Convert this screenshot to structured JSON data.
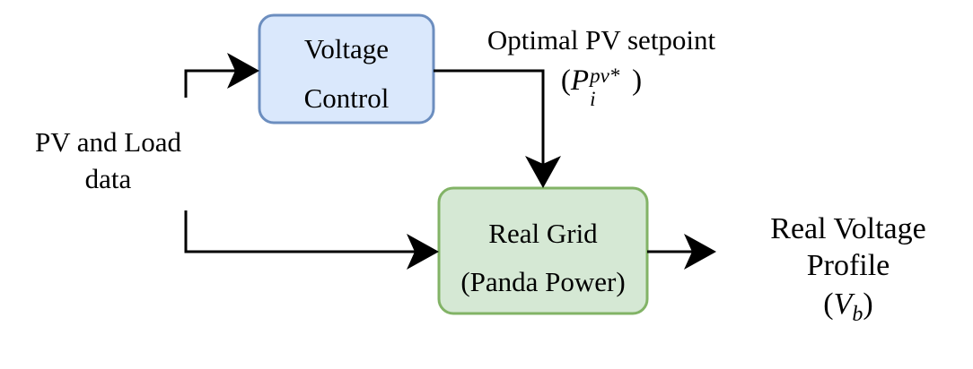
{
  "diagram": {
    "colors": {
      "voltage_fill": "#dae8fc",
      "voltage_stroke": "#6c8ebf",
      "grid_fill": "#d5e8d4",
      "grid_stroke": "#82b366",
      "arrow": "#000000"
    },
    "voltage_control": {
      "line1": "Voltage",
      "line2": "Control"
    },
    "real_grid": {
      "line1": "Real Grid",
      "line2": "(Panda Power)"
    },
    "input": {
      "line1": "PV and Load",
      "line2": "data"
    },
    "setpoint": {
      "label": "Optimal PV setpoint",
      "symbol_base": "P",
      "symbol_sup": "pv*",
      "symbol_sub": "i"
    },
    "output": {
      "line1": "Real Voltage",
      "line2": "Profile",
      "symbol_base": "V",
      "symbol_sub": "b"
    }
  }
}
